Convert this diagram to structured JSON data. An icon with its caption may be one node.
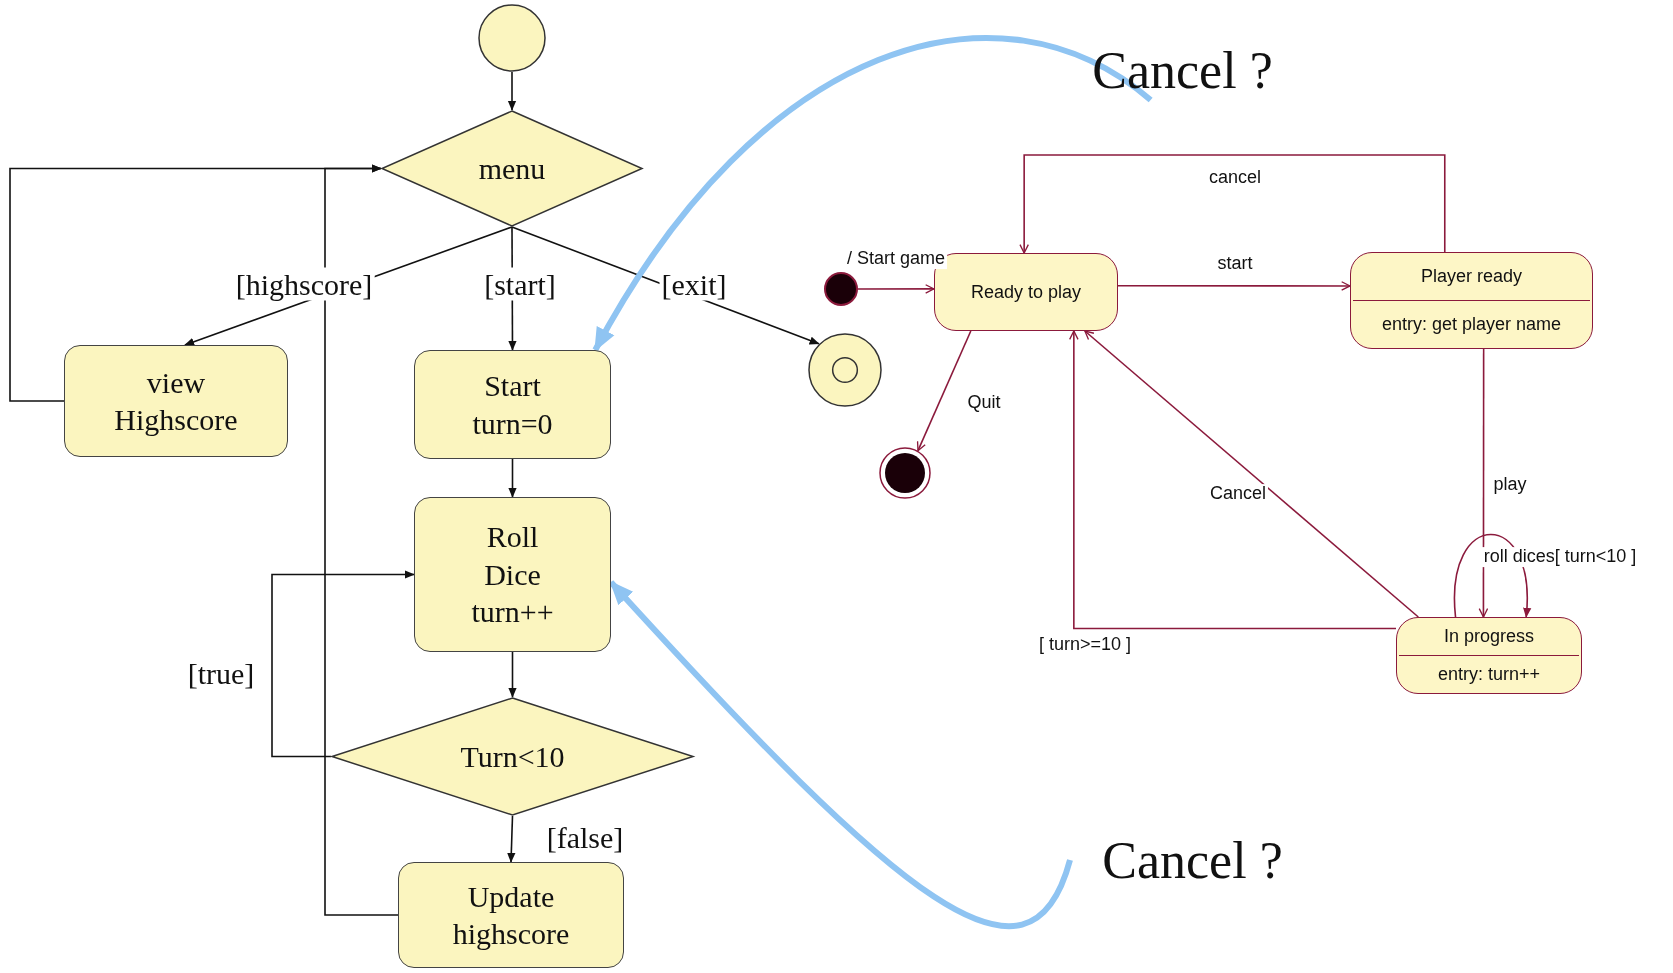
{
  "diagram": {
    "nodes": [
      {
        "text": [],
        "shape": "circle"
      },
      {
        "text": [
          "menu"
        ]
      },
      {
        "text": [
          "view Highscore"
        ]
      },
      {
        "text": [
          "Start turn=0"
        ]
      },
      {
        "text": [
          "Roll Dice turn++"
        ]
      },
      {
        "text": [
          "Turn<10"
        ]
      },
      {
        "text": [
          "Update highscore"
        ]
      },
      {
        "text": [],
        "shape": "circle"
      },
      {
        "text": [],
        "shape": "circle"
      },
      {
        "text": [
          "Ready to play"
        ]
      },
      {
        "text": [
          "Player ready",
          "entry: get player name"
        ]
      },
      {
        "text": [],
        "shape": "circle"
      },
      {
        "text": [
          "In progress",
          "entry: turn++"
        ]
      },
      {
        "text": [
          "Cancel ?"
        ]
      },
      {
        "text": [
          "Cancel ?"
        ]
      }
    ],
    "edges": [
      {
        "from": 0,
        "to": 1,
        "arrow": "to"
      },
      {
        "from": 1,
        "to": 2,
        "arrow": "to",
        "label": "[highscore]"
      },
      {
        "from": 1,
        "to": 3,
        "arrow": "to",
        "label": "[start]"
      },
      {
        "from": 1,
        "to": 7,
        "arrow": "to",
        "label": "[exit]"
      },
      {
        "from": 2,
        "to": 1,
        "arrow": "to"
      },
      {
        "from": 3,
        "to": 4,
        "arrow": "to"
      },
      {
        "from": 4,
        "to": 5,
        "arrow": "to"
      },
      {
        "from": 5,
        "to": 4,
        "arrow": "to",
        "label": "[true]"
      },
      {
        "from": 5,
        "to": 6,
        "arrow": "to",
        "label": "[false]"
      },
      {
        "from": 6,
        "to": 1,
        "arrow": "to"
      },
      {
        "from": 8,
        "to": 9,
        "arrow": "to",
        "label": "/ Start game",
        "color": "#8b1a3c"
      },
      {
        "from": 9,
        "to": 10,
        "arrow": "to",
        "label": "start",
        "color": "#8b1a3c"
      },
      {
        "from": 10,
        "to": 9,
        "arrow": "to",
        "label": "cancel",
        "color": "#8b1a3c"
      },
      {
        "from": 9,
        "to": 11,
        "arrow": "to",
        "label": "Quit",
        "color": "#8b1a3c"
      },
      {
        "from": 10,
        "to": 12,
        "arrow": "to",
        "label": "play",
        "color": "#8b1a3c"
      },
      {
        "from": 12,
        "to": 12,
        "arrow": "to",
        "label": "roll dices[ turn<10 ]",
        "color": "#8b1a3c"
      },
      {
        "from": 12,
        "to": 9,
        "arrow": "to",
        "label": "Cancel",
        "color": "#8b1a3c"
      },
      {
        "from": 12,
        "to": 9,
        "arrow": "to",
        "label": "[ turn>=10 ]",
        "color": "#8b1a3c"
      },
      {
        "from": 13,
        "to": 3,
        "arrow": "to",
        "style": "thick",
        "color": "#8fc4f2"
      },
      {
        "from": 14,
        "to": 4,
        "arrow": "to",
        "style": "thick",
        "color": "#8fc4f2"
      }
    ]
  }
}
